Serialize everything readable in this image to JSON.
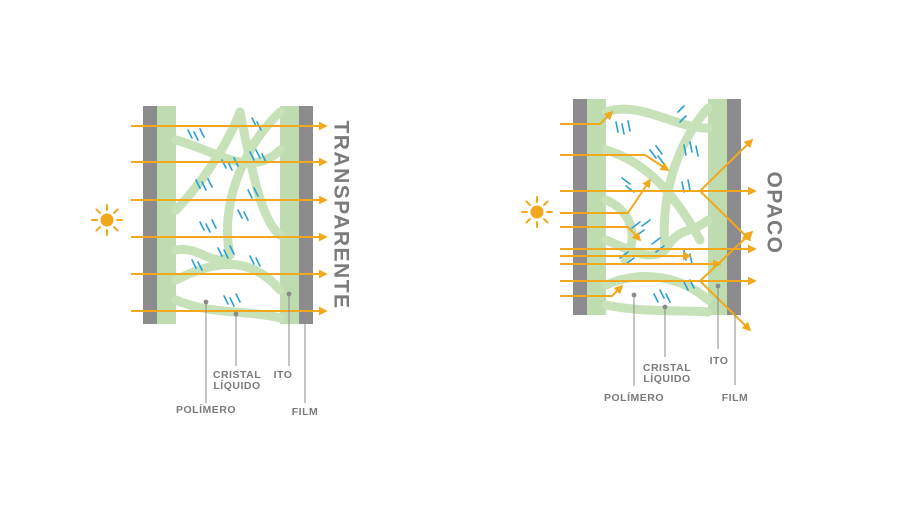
{
  "colors": {
    "film": "#8c8c8f",
    "ito": "#bfdcb0",
    "polymer": "#c7e2b8",
    "light": "#f2a81d",
    "crystal": "#2a9fd8",
    "label": "#7b7b7d",
    "pointer": "#8a8a8a"
  },
  "icons": {
    "light_source": "sun-icon"
  },
  "panels": [
    {
      "state": "TRANSPARENTE",
      "labels": {
        "crystal_line1": "CRISTAL",
        "crystal_line2": "LÍQUIDO",
        "ito": "ITO",
        "polymer": "POLÍMERO",
        "film": "FILM"
      }
    },
    {
      "state": "OPACO",
      "labels": {
        "crystal_line1": "CRISTAL",
        "crystal_line2": "LÍQUIDO",
        "ito": "ITO",
        "polymer": "POLÍMERO",
        "film": "FILM"
      }
    }
  ]
}
